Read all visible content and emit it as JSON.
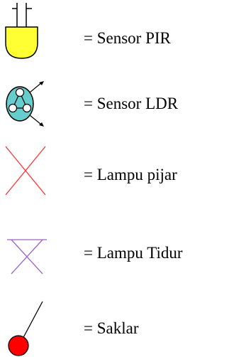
{
  "legend": {
    "items": [
      {
        "icon": "pir-sensor-icon",
        "color": "#ffff33",
        "label": "= Sensor PIR"
      },
      {
        "icon": "ldr-sensor-icon",
        "color": "#66cccc",
        "label": "= Sensor LDR"
      },
      {
        "icon": "incandescent-lamp-icon",
        "color": "#ff3333",
        "label": "= Lampu pijar"
      },
      {
        "icon": "night-lamp-icon",
        "color": "#9966cc",
        "label": "= Lampu Tidur"
      },
      {
        "icon": "switch-icon",
        "color": "#ff0000",
        "label": "= Saklar"
      }
    ]
  }
}
